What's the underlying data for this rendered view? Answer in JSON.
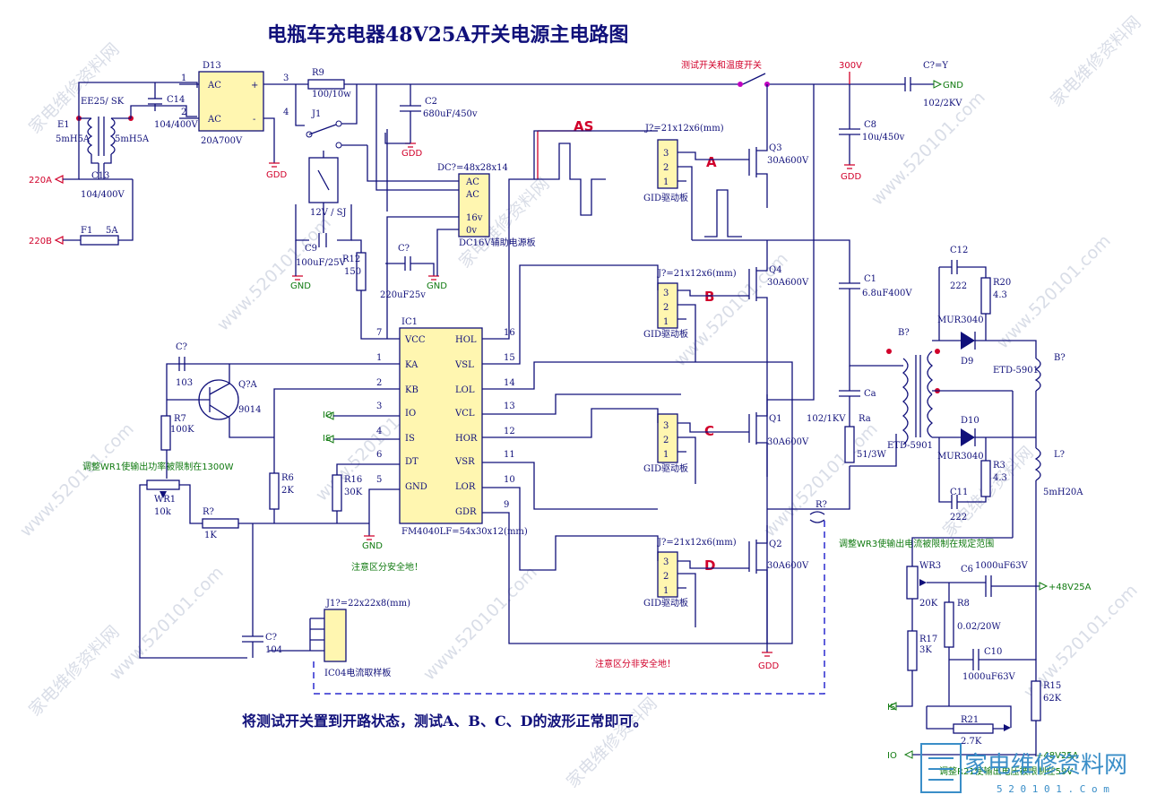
{
  "title": "电瓶车充电器48V25A开关电源主电路图",
  "bottom_note": "将测试开关置到开路状态，测试A、B、C、D的波形正常即可。",
  "watermark": "www.520101.com",
  "watermark_cn": "家电维修资料网",
  "logo": {
    "text": "家电维修资料网",
    "url": "5 2 0 1 0 1 . C o m"
  },
  "notes": {
    "safe_ground": "注意区分安全地！",
    "unsafe_ground": "注意区分非安全地！",
    "test_switch": "测试开关和温度开关",
    "adjust_wr1": "调整WR1使输出功率被限制在1300W",
    "adjust_wr3": "调整WR3使输出电流被限制在规定范围",
    "adjust_r21": "调整R21使输出电压被限制在59V"
  },
  "signals": {
    "as": "AS",
    "a": "A",
    "b": "B",
    "c": "C",
    "d": "D"
  },
  "ports": {
    "in_220a": "220A",
    "in_220b": "220B",
    "gnd": "GND",
    "gdd": "GDD",
    "v300": "300V",
    "io": "IO",
    "is": "IS",
    "out": "+48V25A",
    "out2": "+48V25A"
  },
  "components": {
    "e1": "E1",
    "e1_val": "5mH5A",
    "e1_val2": "5mH5A",
    "ee25": "EE25/ SK",
    "c14": "C14",
    "c14_val": "104/400V",
    "c13": "C13",
    "c13_val": "104/400V",
    "f1": "F1",
    "f1_val": "5A",
    "d13": "D13",
    "d13_val": "20A700V",
    "r9": "R9",
    "r9_val": "100/10w",
    "j1": "J1",
    "relay": "12V / SJ",
    "c9": "C9",
    "c9_val": "100uF/25V",
    "r12": "R12",
    "r12_val": "150",
    "c7a": "C?",
    "c7a_val": "220uF25v",
    "c2": "C2",
    "c2_val": "680uF/450v",
    "dc": "DC?=48x28x14",
    "dc_ac1": "AC",
    "dc_ac2": "AC",
    "dc_16v": "16v",
    "dc_0v": "0v",
    "dc_label": "DC16V辅助电源板",
    "c8": "C8",
    "c8_val": "10u/450v",
    "cy": "C?=Y",
    "cy_val": "102/2KV",
    "jq": "J?=21x12x6(mm)",
    "gid": "GID驱动板",
    "q3": "Q3",
    "q4": "Q4",
    "q1": "Q1",
    "q2": "Q2",
    "q_val": "30A600V",
    "c1": "C1",
    "c1_val": "6.8uF400V",
    "ca": "Ca",
    "ca_val": "102/1KV",
    "ra": "Ra",
    "ra_val": "51/3W",
    "b1": "B?",
    "b1_val": "ETD-5901",
    "b2": "B?",
    "b2_val": "ETD-5901",
    "c12": "C12",
    "c12_val": "222",
    "r20": "R20",
    "r20_val": "4.3",
    "d9": "D9",
    "d9_val": "MUR3040",
    "d10": "D10",
    "d10_val": "MUR3040",
    "r3": "R3",
    "r3_val": "4.3",
    "c11": "C11",
    "c11_val": "222",
    "l1": "L?",
    "l1_val": "5mH20A",
    "r_sense": "R?",
    "ic1": "IC1",
    "ic1_val": "FM4040LF=54x30x12(mm)",
    "cq": "C?",
    "cq_val": "103",
    "q5": "Q?A",
    "q5_val": "9014",
    "r7": "R7",
    "r7_val": "100K",
    "wr1": "WR1",
    "wr1_val": "10k",
    "r_1k": "R?",
    "r_1k_val": "1K",
    "r6": "R6",
    "r6_val": "2K",
    "r16": "R16",
    "r16_val": "30K",
    "c_104": "C?",
    "c_104_val": "104",
    "j_sense": "J1?=22x22x8(mm)",
    "j_sense_label": "IC04电流取样板",
    "wr3": "WR3",
    "wr3_val": "20K",
    "c6": "C6",
    "c6_val": "1000uF63V",
    "r8": "R8",
    "r8_val": "0.02/20W",
    "r17": "R17",
    "r17_val": "3K",
    "c10": "C10",
    "c10_val": "1000uF63V",
    "r15": "R15",
    "r15_val": "62K",
    "r21": "R21",
    "r21_val": "2.7K"
  },
  "ic_pins_left": [
    {
      "num": "7",
      "name": "VCC"
    },
    {
      "num": "1",
      "name": "KA"
    },
    {
      "num": "2",
      "name": "KB"
    },
    {
      "num": "3",
      "name": "IO"
    },
    {
      "num": "4",
      "name": "IS"
    },
    {
      "num": "6",
      "name": "DT"
    },
    {
      "num": "5",
      "name": "GND"
    }
  ],
  "ic_pins_right": [
    {
      "num": "16",
      "name": "HOL"
    },
    {
      "num": "15",
      "name": "VSL"
    },
    {
      "num": "14",
      "name": "LOL"
    },
    {
      "num": "13",
      "name": "VCL"
    },
    {
      "num": "12",
      "name": "HOR"
    },
    {
      "num": "11",
      "name": "VSR"
    },
    {
      "num": "10",
      "name": "LOR"
    },
    {
      "num": "9",
      "name": "GDR"
    }
  ],
  "conn_pins": [
    "3",
    "2",
    "1"
  ],
  "pin_numbers": {
    "p1": "1",
    "p2": "2",
    "p3": "3",
    "p4": "4"
  }
}
